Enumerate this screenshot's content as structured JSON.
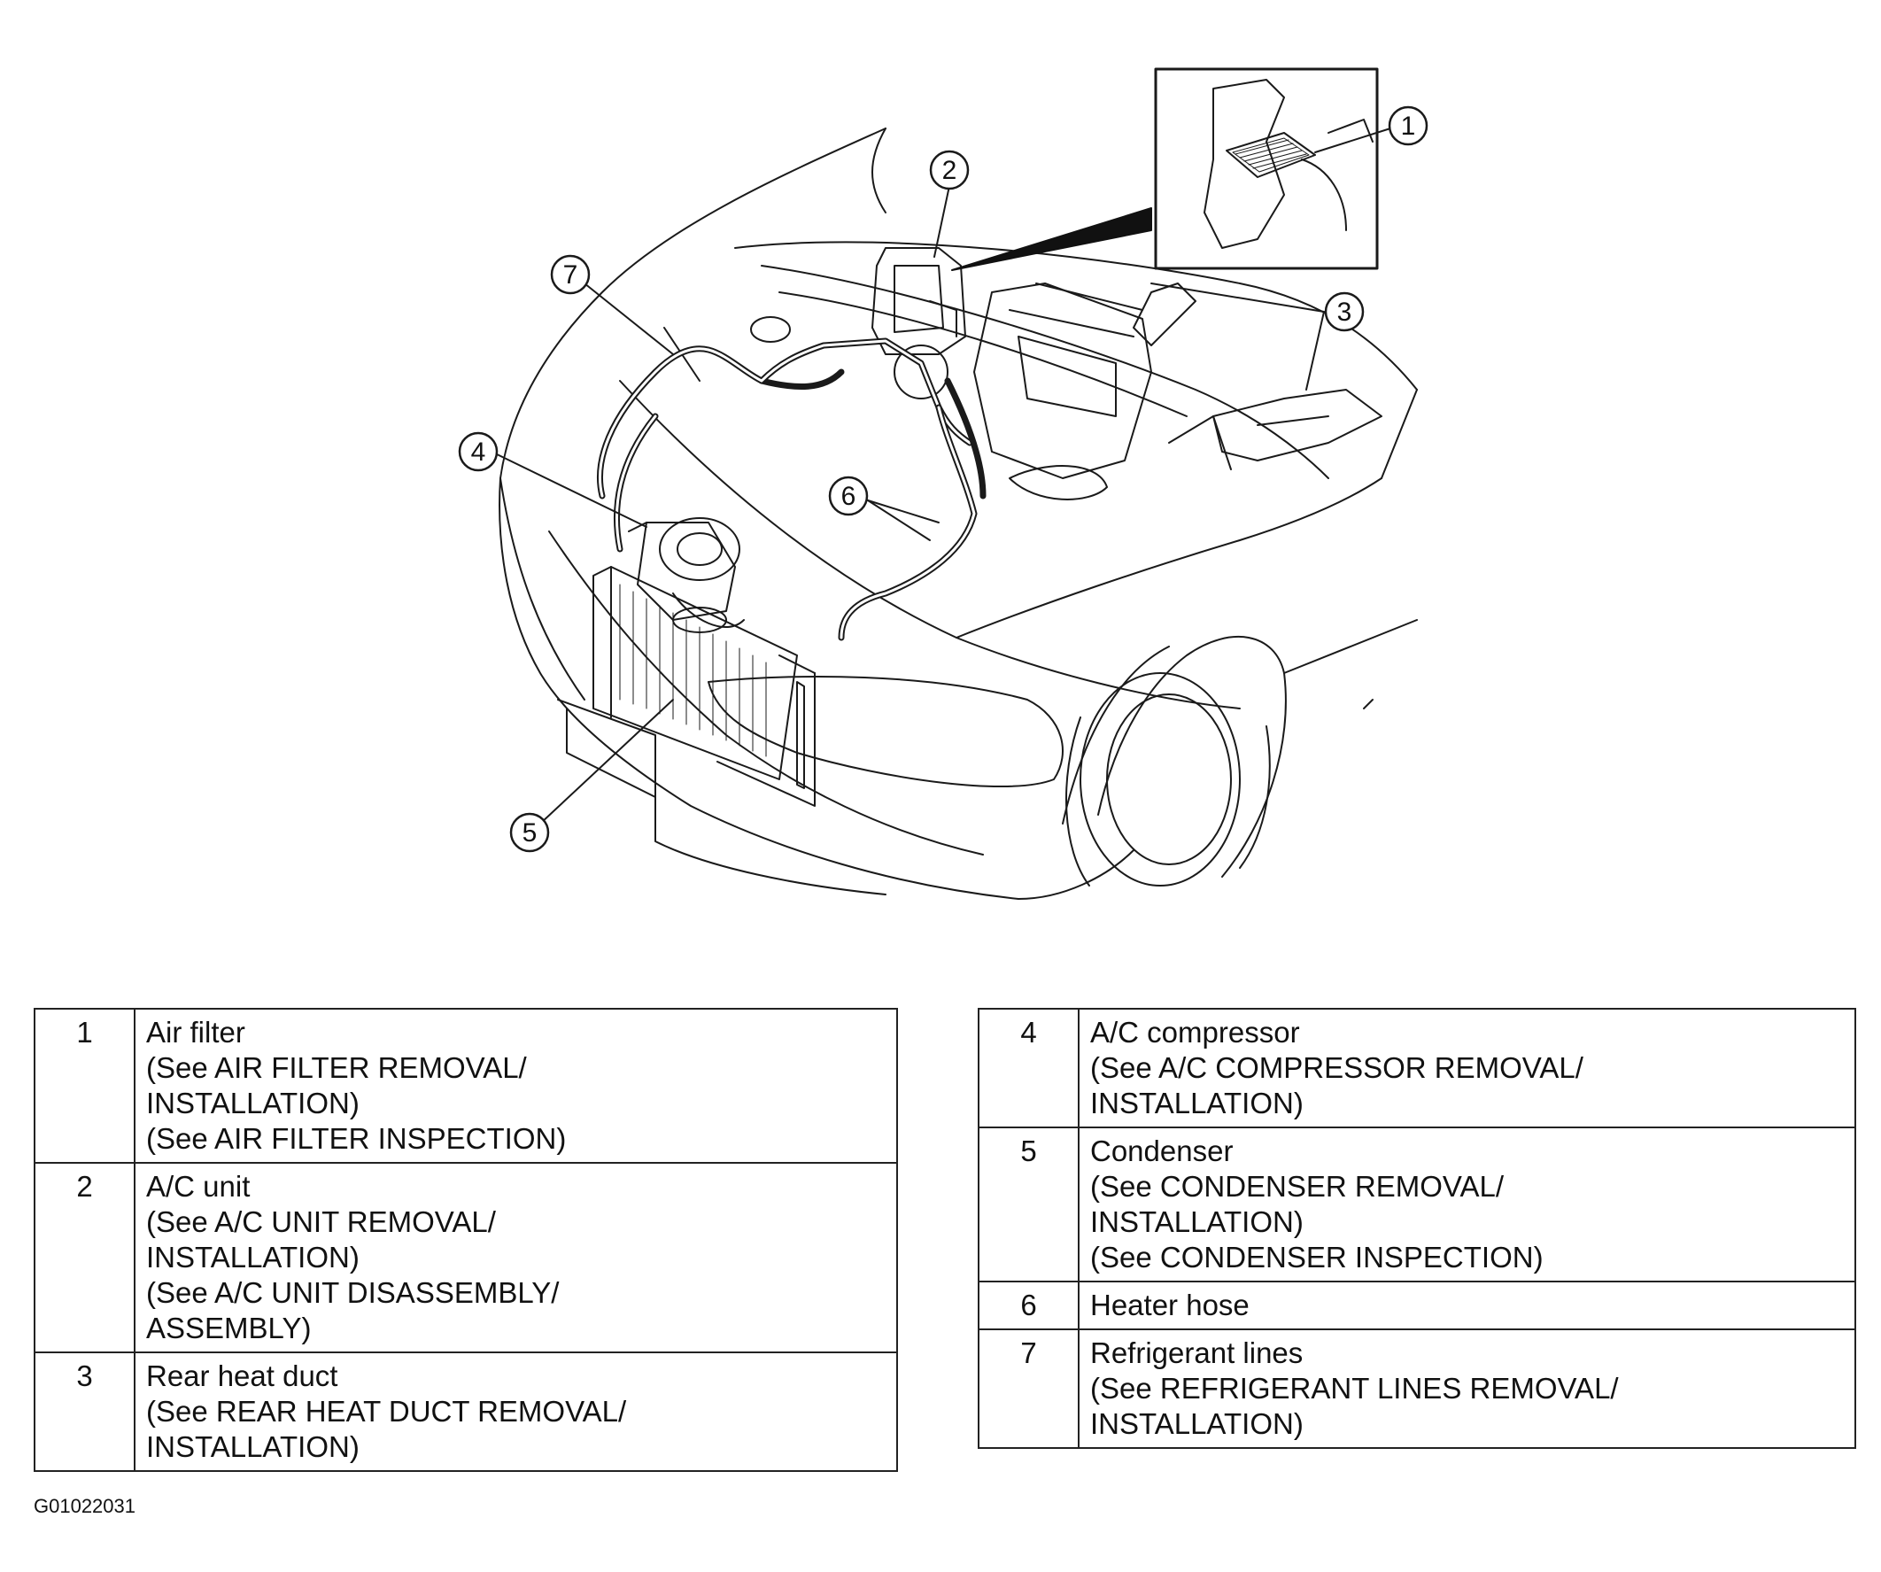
{
  "callouts": [
    "1",
    "2",
    "3",
    "4",
    "5",
    "6",
    "7"
  ],
  "legend": {
    "left": [
      {
        "num": "1",
        "lines": [
          "Air filter",
          "(See AIR FILTER REMOVAL/",
          "INSTALLATION)",
          "(See AIR FILTER INSPECTION)"
        ]
      },
      {
        "num": "2",
        "lines": [
          "A/C unit",
          "(See A/C UNIT REMOVAL/",
          "INSTALLATION)",
          "(See A/C UNIT DISASSEMBLY/",
          "ASSEMBLY)"
        ]
      },
      {
        "num": "3",
        "lines": [
          "Rear heat duct",
          "(See REAR HEAT DUCT REMOVAL/",
          "INSTALLATION)"
        ]
      }
    ],
    "right": [
      {
        "num": "4",
        "lines": [
          "A/C compressor",
          "(See A/C COMPRESSOR REMOVAL/",
          "INSTALLATION)"
        ]
      },
      {
        "num": "5",
        "lines": [
          "Condenser",
          "(See CONDENSER REMOVAL/",
          "INSTALLATION)",
          "(See CONDENSER INSPECTION)"
        ]
      },
      {
        "num": "6",
        "lines": [
          "Heater hose"
        ]
      },
      {
        "num": "7",
        "lines": [
          "Refrigerant lines",
          "(See REFRIGERANT LINES REMOVAL/",
          "INSTALLATION)"
        ]
      }
    ]
  },
  "figure_id": "G01022031"
}
